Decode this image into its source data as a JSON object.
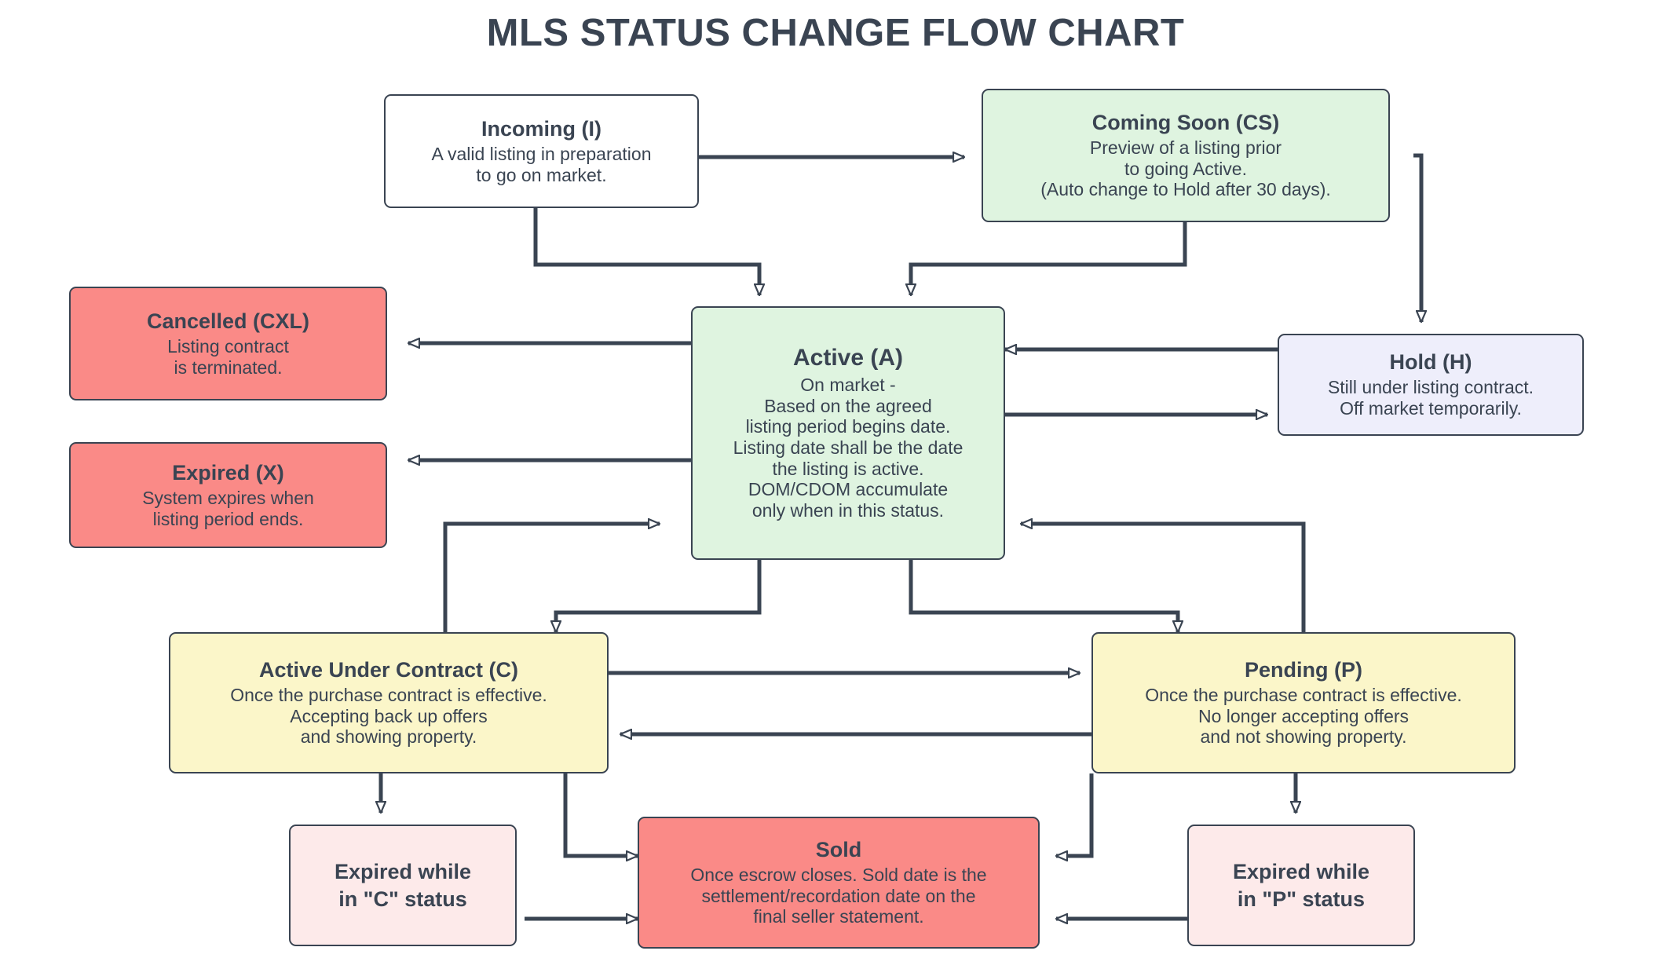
{
  "title": "MLS STATUS CHANGE FLOW CHART",
  "colors": {
    "stroke": "#3a4452",
    "text": "#3a4452",
    "incoming_fill": "#ffffff",
    "active_fill": "#dff4e0",
    "coming_soon_fill": "#dff4e0",
    "cancelled_fill": "#fa8a87",
    "expired_fill": "#fa8a87",
    "sold_fill": "#fa8a87",
    "hold_fill": "#eeeefb",
    "contract_fill": "#fbf6c9",
    "pending_fill": "#fbf6c9",
    "expired_status_fill": "#fdeaea"
  },
  "nodes": {
    "incoming": {
      "title": "Incoming (I)",
      "body": "A valid listing in preparation\nto go on market."
    },
    "coming_soon": {
      "title": "Coming Soon (CS)",
      "body": "Preview of a listing prior\nto going Active.\n(Auto change to Hold after 30 days)."
    },
    "cancelled": {
      "title": "Cancelled (CXL)",
      "body": "Listing contract\nis terminated."
    },
    "expired": {
      "title": "Expired (X)",
      "body": "System expires when\nlisting period ends."
    },
    "active": {
      "title": "Active (A)",
      "body": "On market -\nBased on the agreed\nlisting period begins date.\nListing date shall be the date\nthe listing is active.\nDOM/CDOM accumulate\nonly when in this status."
    },
    "hold": {
      "title": "Hold (H)",
      "body": "Still under listing contract.\nOff market temporarily."
    },
    "active_under_contract": {
      "title": "Active Under Contract (C)",
      "body": "Once the purchase contract is effective.\nAccepting back up offers\nand showing property."
    },
    "pending": {
      "title": "Pending (P)",
      "body": "Once the purchase contract is effective.\nNo longer accepting offers\nand not showing property."
    },
    "expired_while_c": {
      "title": "Expired while\nin \"C\" status",
      "body": ""
    },
    "sold": {
      "title": "Sold",
      "body": "Once escrow closes.  Sold date is the\nsettlement/recordation date on the\nfinal seller statement."
    },
    "expired_while_p": {
      "title": "Expired while\nin \"P\" status",
      "body": ""
    }
  },
  "edges": [
    {
      "from": "incoming",
      "to": "coming_soon",
      "direction": "one-way"
    },
    {
      "from": "incoming",
      "to": "active",
      "direction": "one-way"
    },
    {
      "from": "coming_soon",
      "to": "active",
      "direction": "one-way"
    },
    {
      "from": "coming_soon",
      "to": "hold",
      "direction": "one-way"
    },
    {
      "from": "active",
      "to": "cancelled",
      "direction": "one-way"
    },
    {
      "from": "active",
      "to": "expired",
      "direction": "one-way"
    },
    {
      "from": "active",
      "to": "hold",
      "direction": "two-way"
    },
    {
      "from": "active",
      "to": "active_under_contract",
      "direction": "two-way"
    },
    {
      "from": "active",
      "to": "pending",
      "direction": "two-way"
    },
    {
      "from": "active_under_contract",
      "to": "pending",
      "direction": "two-way"
    },
    {
      "from": "active_under_contract",
      "to": "expired_while_c",
      "direction": "one-way"
    },
    {
      "from": "active_under_contract",
      "to": "sold",
      "direction": "one-way"
    },
    {
      "from": "expired_while_c",
      "to": "sold",
      "direction": "one-way"
    },
    {
      "from": "pending",
      "to": "expired_while_p",
      "direction": "one-way"
    },
    {
      "from": "pending",
      "to": "sold",
      "direction": "one-way"
    },
    {
      "from": "expired_while_p",
      "to": "sold",
      "direction": "one-way"
    }
  ]
}
